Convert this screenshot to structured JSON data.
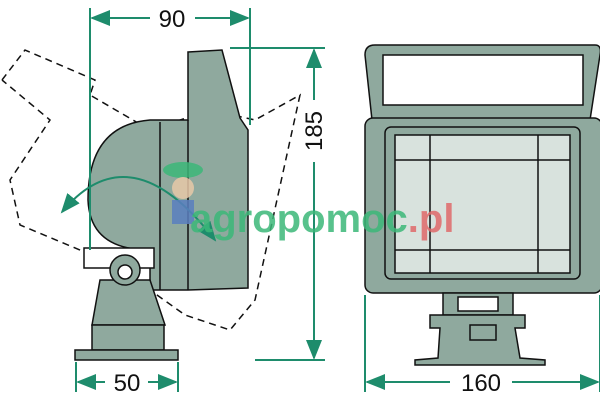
{
  "dimensions": {
    "width_side": "90",
    "height": "185",
    "base_width": "50",
    "front_width": "160"
  },
  "watermark": {
    "text_main": "agropomoc",
    "text_tld": ".pl"
  },
  "colors": {
    "body": "#8fa99e",
    "body_dark": "#7d978c",
    "lens": "#d8e2dd",
    "dimension": "#1e8c6c",
    "watermark_green": "#3cb879",
    "watermark_red": "#e06a6a"
  }
}
